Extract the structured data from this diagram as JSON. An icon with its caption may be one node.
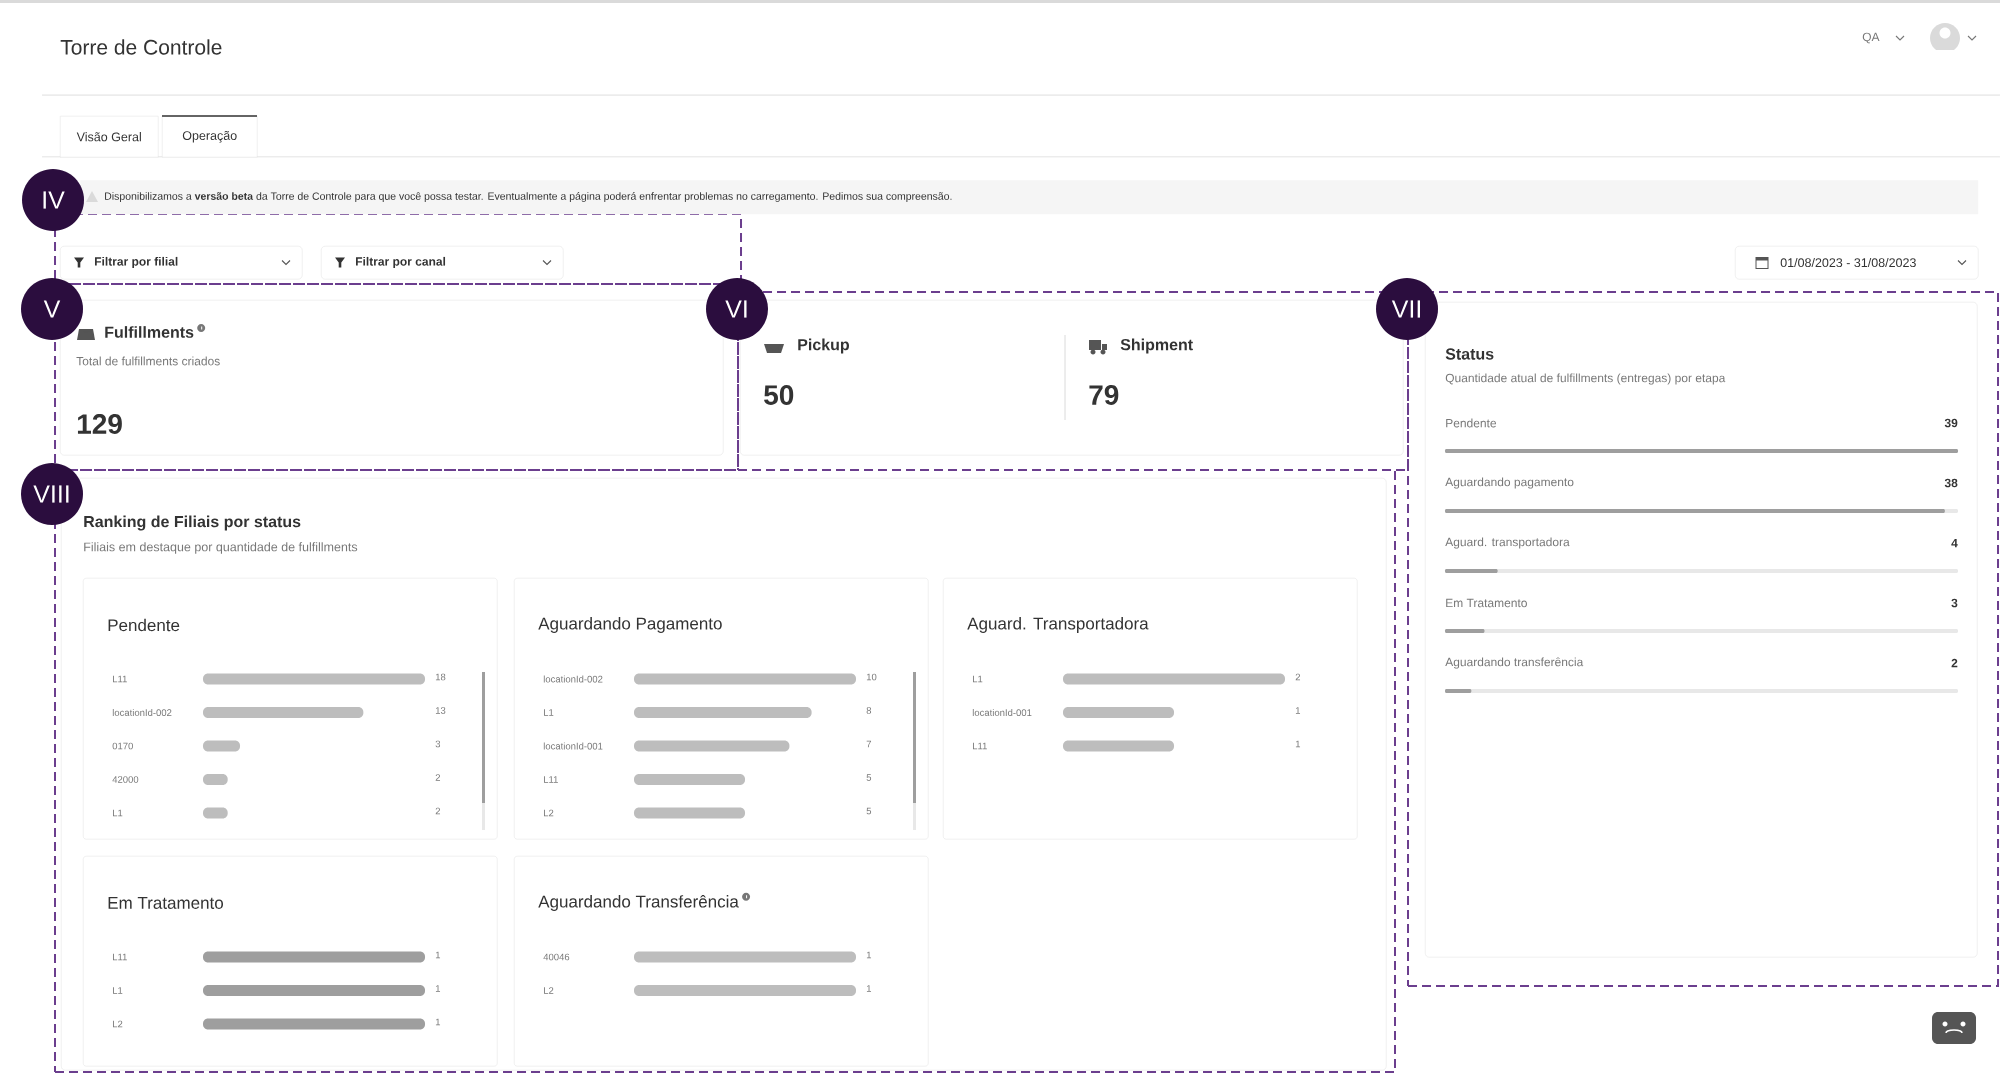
{
  "diagram": {
    "title": "Torre de Controle",
    "nodes": [
      {
        "text": [
          "Visão Geral"
        ]
      },
      {
        "text": [
          "Operação"
        ]
      },
      {
        "text": [
          "Disponibilizamos a **versão beta** da Torre de Controle para que você possa testar. Eventualmente a página poderá enfrentar problemas no carregamento. Pedimos sua compreensão."
        ]
      },
      {
        "text": [
          "IV"
        ]
      },
      {
        "text": [],
        "shape": "box"
      },
      {
        "text": [
          "Filtrar por filial"
        ],
        "in": 4
      },
      {
        "text": [
          "Filtrar por canal"
        ],
        "in": 4
      },
      {
        "text": [
          "01/08/2023 - 31/08/2023"
        ]
      },
      {
        "text": [
          "V"
        ]
      },
      {
        "text": [],
        "shape": "box"
      },
      {
        "text": [
          "Fulfillments",
          "Total de fulfillments criados",
          "129"
        ],
        "in": 9
      },
      {
        "text": [
          "VI"
        ]
      },
      {
        "text": [],
        "shape": "box"
      },
      {
        "text": [
          "Pickup",
          "50",
          "Shipment",
          "79"
        ],
        "in": 12
      },
      {
        "text": [
          "VII"
        ]
      },
      {
        "text": [],
        "shape": "box"
      },
      {
        "text": [
          "Status",
          "Quantidade atual de fulfillments (entregas) por etapa",
          "Pendente",
          "39",
          "Aguardando pagamento",
          "38",
          "Aguard. transportadora",
          "4",
          "Em Tratamento",
          "3",
          "Aguardando transferência",
          "2"
        ],
        "in": 15
      },
      {
        "text": [
          "VIII"
        ]
      },
      {
        "text": [],
        "shape": "box"
      },
      {
        "text": [
          "Ranking de Filiais por status",
          "Filiais em destaque por quantidade de fulfillments"
        ],
        "in": 18
      },
      {
        "text": [
          "Pendente",
          "L11",
          "18",
          "locationId-002",
          "13",
          "0170",
          "3",
          "42000",
          "2",
          "L1",
          "2"
        ],
        "in": 19
      },
      {
        "text": [
          "Aguardando Pagamento",
          "locationId-002",
          "10",
          "L1",
          "8",
          "locationId-001",
          "7",
          "L11",
          "5",
          "L2",
          "5"
        ],
        "in": 19
      },
      {
        "text": [
          "Aguard. Transportadora",
          "L1",
          "2",
          "locationId-001",
          "1",
          "L11",
          "1"
        ],
        "in": 19
      },
      {
        "text": [
          "Em Tratamento",
          "L11",
          "1",
          "L1",
          "1",
          "L2",
          "1"
        ],
        "in": 19
      },
      {
        "text": [
          "Aguardando Transferência",
          "40046",
          "1",
          "L2",
          "1"
        ],
        "in": 19
      }
    ],
    "labels": [
      "QA"
    ]
  }
}
